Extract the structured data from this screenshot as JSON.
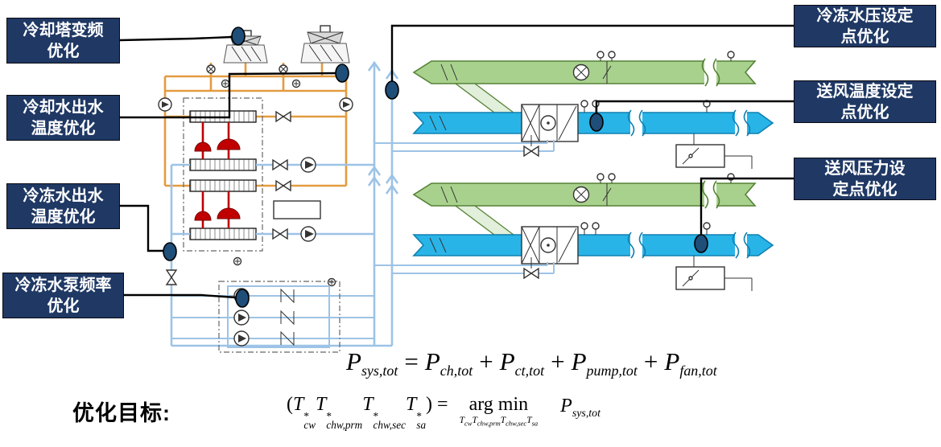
{
  "colors": {
    "navy": "#1F3864",
    "marker": "#1F4E79",
    "orange": "#E39B40",
    "lightblue": "#9DC3E6",
    "red": "#C00000",
    "green-fill": "#A9D18E",
    "green-pale": "#E2EFDA",
    "green-stroke": "#548235",
    "cyan-fill": "#29B4E8",
    "cyan-stroke": "#1080B0"
  },
  "callouts": [
    {
      "id": "cooling-tower-vfd",
      "lines": [
        "冷却塔变频",
        "优化"
      ]
    },
    {
      "id": "condenser-water-temp",
      "lines": [
        "冷却水出水",
        "温度优化"
      ]
    },
    {
      "id": "chilled-water-temp",
      "lines": [
        "冷冻水出水",
        "温度优化"
      ]
    },
    {
      "id": "chilled-pump-freq",
      "lines": [
        "冷冻水泵频率",
        "优化"
      ]
    },
    {
      "id": "chw-pressure-setpoint",
      "lines": [
        "冷冻水压设定",
        "点优化"
      ]
    },
    {
      "id": "supply-air-temp-setpoint",
      "lines": [
        "送风温度设定",
        "点优化"
      ]
    },
    {
      "id": "supply-air-pressure-setpoint",
      "lines": [
        "送风压力设",
        "定点优化"
      ]
    }
  ],
  "objective_label": "优化目标:",
  "formula1": {
    "terms": [
      {
        "base": "P",
        "sub": "sys,tot"
      },
      {
        "base": "P",
        "sub": "ch,tot"
      },
      {
        "base": "P",
        "sub": "ct,tot"
      },
      {
        "base": "P",
        "sub": "pump,tot"
      },
      {
        "base": "P",
        "sub": "fan,tot"
      }
    ],
    "eq": "=",
    "plus": "+"
  },
  "formula2": {
    "lparen": "(",
    "terms": [
      {
        "base": "T",
        "sup": "*",
        "sub": "cw"
      },
      {
        "base": "T",
        "sup": "*",
        "sub": "chw,prm"
      },
      {
        "base": "T",
        "sup": "*",
        "sub": "chw,sec"
      },
      {
        "base": "T",
        "sup": "*",
        "sub": "sa"
      }
    ],
    "rparen": ") =",
    "argmin": "arg min",
    "argmin_terms": [
      {
        "base": "T",
        "sub": "cw"
      },
      {
        "base": "T",
        "sub": "chw,prm"
      },
      {
        "base": "T",
        "sub": "chw,sec"
      },
      {
        "base": "T",
        "sub": "sa"
      }
    ],
    "result": {
      "base": "P",
      "sub": "sys,tot"
    }
  },
  "diagram_icons": [
    "cooling-tower-icon",
    "pump-icon",
    "valve-icon",
    "chiller-vessel-icon",
    "fan-icon",
    "sensor-icon",
    "ahu-box-icon",
    "supply-duct-icon",
    "return-duct-icon"
  ]
}
